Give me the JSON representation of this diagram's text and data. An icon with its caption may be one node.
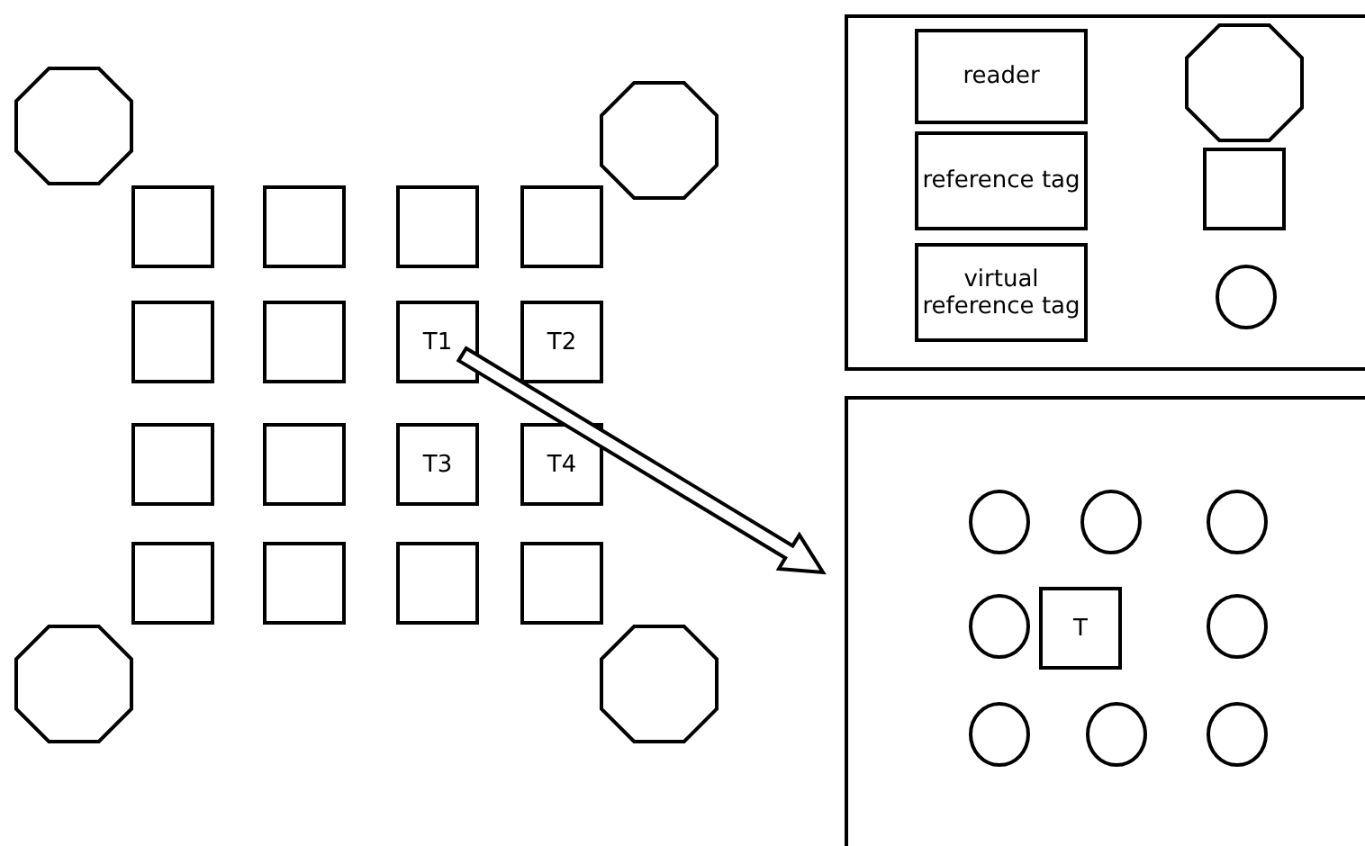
{
  "diagram": {
    "nodes": [
      {
        "text": [],
        "shape": "octagon"
      },
      {
        "text": [],
        "shape": "octagon"
      },
      {
        "text": [],
        "shape": "box"
      },
      {
        "text": [],
        "shape": "box"
      },
      {
        "text": [],
        "shape": "box"
      },
      {
        "text": [],
        "shape": "box"
      },
      {
        "text": [],
        "shape": "box"
      },
      {
        "text": [],
        "shape": "box"
      },
      {
        "text": [
          "T1"
        ]
      },
      {
        "text": [
          "T2"
        ]
      },
      {
        "text": [],
        "shape": "box"
      },
      {
        "text": [],
        "shape": "box"
      },
      {
        "text": [
          "T3"
        ]
      },
      {
        "text": [
          "T4"
        ]
      },
      {
        "text": [],
        "shape": "box"
      },
      {
        "text": [],
        "shape": "box"
      },
      {
        "text": [],
        "shape": "box"
      },
      {
        "text": [],
        "shape": "box"
      },
      {
        "text": [],
        "shape": "octagon"
      },
      {
        "text": [],
        "shape": "octagon"
      },
      {
        "text": [],
        "shape": "box"
      },
      {
        "text": [],
        "shape": "circle",
        "in": 20
      },
      {
        "text": [],
        "shape": "circle",
        "in": 20
      },
      {
        "text": [],
        "shape": "circle",
        "in": 20
      },
      {
        "text": [],
        "shape": "circle",
        "in": 20
      },
      {
        "text": [
          "T"
        ],
        "in": 20
      },
      {
        "text": [],
        "shape": "circle",
        "in": 20
      },
      {
        "text": [],
        "shape": "circle",
        "in": 20
      },
      {
        "text": [],
        "shape": "circle",
        "in": 20
      },
      {
        "text": [],
        "shape": "circle",
        "in": 20
      }
    ],
    "edges": [
      {
        "from": 8,
        "to": 20,
        "arrow": "to"
      }
    ],
    "legend": [
      {
        "text": "reader"
      },
      {
        "text": "reference tag"
      },
      {
        "text": "virtual reference tag"
      }
    ]
  }
}
